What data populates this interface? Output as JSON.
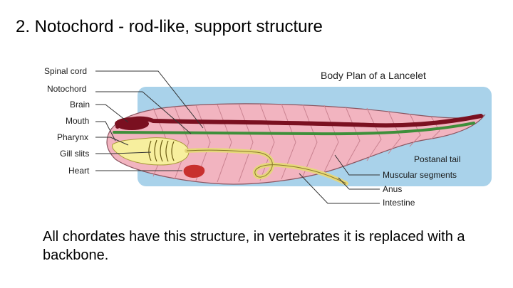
{
  "slide": {
    "title": "2. Notochord - rod-like, support structure",
    "caption": "All chordates have this structure, in vertebrates it is replaced with a backbone."
  },
  "diagram": {
    "title": "Body Plan of a Lancelet",
    "labels_left": [
      "Spinal cord",
      "Notochord",
      "Brain",
      "Mouth",
      "Pharynx",
      "Gill slits",
      "Heart"
    ],
    "labels_right": [
      "Postanal tail",
      "Muscular segments",
      "Anus",
      "Intestine"
    ],
    "colors": {
      "background": "#a9d2ea",
      "body": "#f2b4c0",
      "spinal_cord": "#7a1020",
      "notochord": "#3e8f3a",
      "pharynx": "#f7ef9e",
      "heart": "#c8302e"
    }
  }
}
